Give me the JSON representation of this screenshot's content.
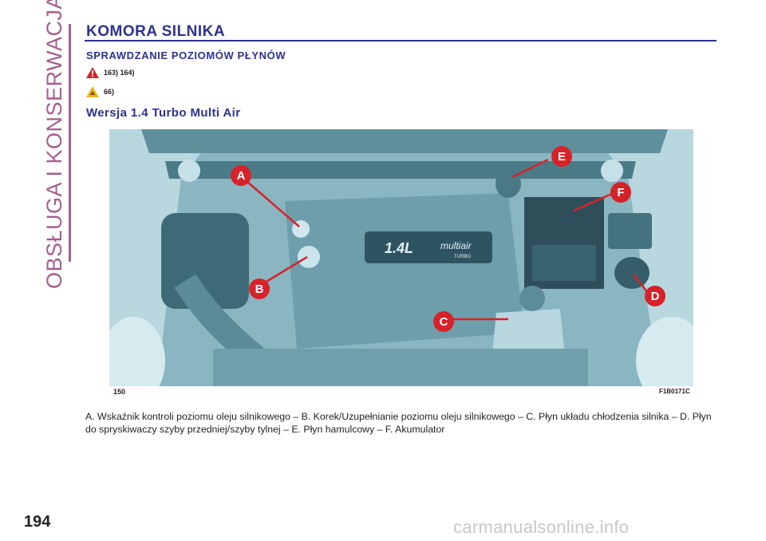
{
  "side_label": "OBSŁUGA I KONSERWACJA",
  "heading": "KOMORA SILNIKA",
  "subheading": "SPRAWDZANIE POZIOMÓW PŁYNÓW",
  "warnings": [
    {
      "icon": "danger-triangle-icon",
      "color": "#d62229",
      "refs": "163) 164)"
    },
    {
      "icon": "caution-triangle-icon",
      "color": "#f0b323",
      "refs": "66)"
    }
  ],
  "version_title": "Wersja 1.4 Turbo Multi Air",
  "figure": {
    "badge_text": "1.4L",
    "brand_text": "multiair",
    "brand_sub": "TURBO",
    "callouts": [
      "A",
      "B",
      "C",
      "D",
      "E",
      "F"
    ],
    "callout_color": "#d62229",
    "number": "150",
    "code": "F1B0171C"
  },
  "caption": "A. Wskaźnik kontroli poziomu oleju silnikowego – B. Korek/Uzupełnianie poziomu oleju silnikowego – C. Płyn układu chłodzenia silnika – D. Płyn do spryskiwaczy szyby przedniej/szyby tylnej – E. Płyn hamulcowy – F. Akumulator",
  "page_number": "194",
  "watermark": "carmanualsonline.info",
  "colors": {
    "accent": "#2d3290",
    "side": "#a45f8f",
    "figure_tint": "#8fbcc8"
  }
}
